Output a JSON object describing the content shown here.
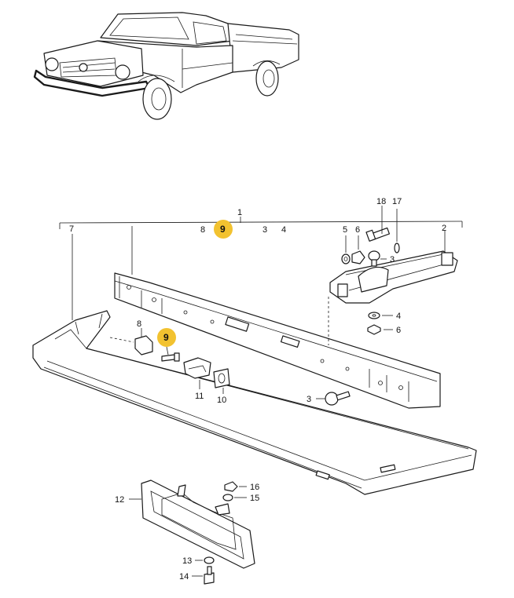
{
  "diagram": {
    "top_callout": "1",
    "labels": {
      "c2": "2",
      "c3a": "3",
      "c3b": "3",
      "c3c": "3",
      "c4a": "4",
      "c4b": "4",
      "c5": "5",
      "c6a": "6",
      "c6b": "6",
      "c7": "7",
      "c8a": "8",
      "c8b": "8",
      "c9a": "9",
      "c9b": "9",
      "c10": "10",
      "c11": "11",
      "c12": "12",
      "c13": "13",
      "c14": "14",
      "c15": "15",
      "c16": "16",
      "c17": "17",
      "c18": "18"
    },
    "highlight_color": "#f2c230",
    "highlighted_part": "9"
  }
}
